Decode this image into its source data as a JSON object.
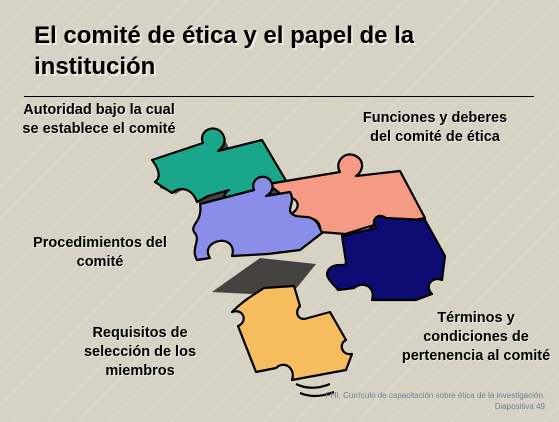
{
  "slide": {
    "title": "El comité de ética y el papel de la institución",
    "labels": {
      "authority": "Autoridad bajo la cual se establece el comité",
      "functions": "Funciones y deberes del comité de ética",
      "procedures": "Procedimientos del comité",
      "requirements": "Requisitos de selección de los miembros",
      "terms": "Términos y condiciones de pertenencia al comité"
    },
    "footer": {
      "credit": "FHI, Currículo de capacitación sobre ética de la investigación.",
      "slide_number": "Diapositiva 49"
    }
  },
  "colors": {
    "background": "#d6d2c4",
    "teal_piece": "#1aa68a",
    "salmon_piece": "#f59a85",
    "lavender_piece": "#8a8ee8",
    "navy_piece": "#0c0c72",
    "yellow_piece": "#f6bd5f"
  },
  "icons": [
    "teal-puzzle-piece",
    "salmon-puzzle-piece",
    "lavender-puzzle-piece",
    "navy-puzzle-piece",
    "yellow-puzzle-piece"
  ]
}
